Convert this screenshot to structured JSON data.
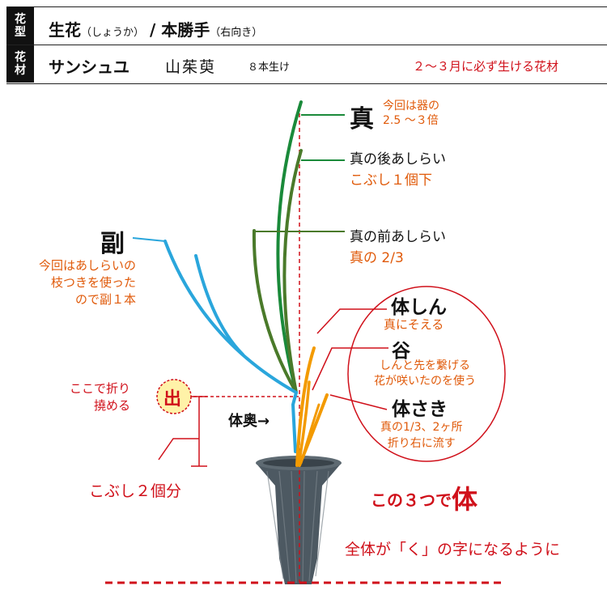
{
  "header": {
    "row1": {
      "tag_top": "花",
      "tag_bottom": "型",
      "main": "生花",
      "reading": "（しょうか）",
      "sep": " / ",
      "style": "本勝手",
      "direction": "（右向き）"
    },
    "row2": {
      "tag_top": "花",
      "tag_bottom": "材",
      "katakana": "サンシュユ",
      "kanji": "山茱萸",
      "count": "８本生け",
      "note": "２～３月に必ず生ける花材"
    }
  },
  "labels": {
    "shin": "真",
    "shin_note": "今回は器の\n2.5 ～３倍",
    "shin_ato": "真の後あしらい",
    "shin_ato_note": "こぶし１個下",
    "shin_mae": "真の前あしらい",
    "shin_mae_note": "真の 2/3",
    "soe": "副",
    "soe_note": "今回はあしらいの\n枝つきを使った\nので副１本",
    "tai_shin": "体しん",
    "tai_shin_note": "真にそえる",
    "tani": "谷",
    "tani_note": "しんと先を繋げる\n花が咲いたのを使う",
    "tai_saki": "体さき",
    "tai_saki_note": "真の1/3、2ヶ所\n折り右に流す",
    "tai_oku": "体奥→",
    "fold_note": "ここで折り\n撓める",
    "de": "出",
    "kobushi": "こぶし２個分",
    "tai_summary_prefix": "この３つで",
    "tai_summary_big": "体",
    "whole": "全体が「く」の字になるように"
  },
  "colors": {
    "green_dark": "#1a8a3a",
    "green_olive": "#4a7a2a",
    "blue": "#2aa6dc",
    "orange": "#f39a00",
    "red": "#d0101a",
    "label_orange": "#e05a0a"
  }
}
